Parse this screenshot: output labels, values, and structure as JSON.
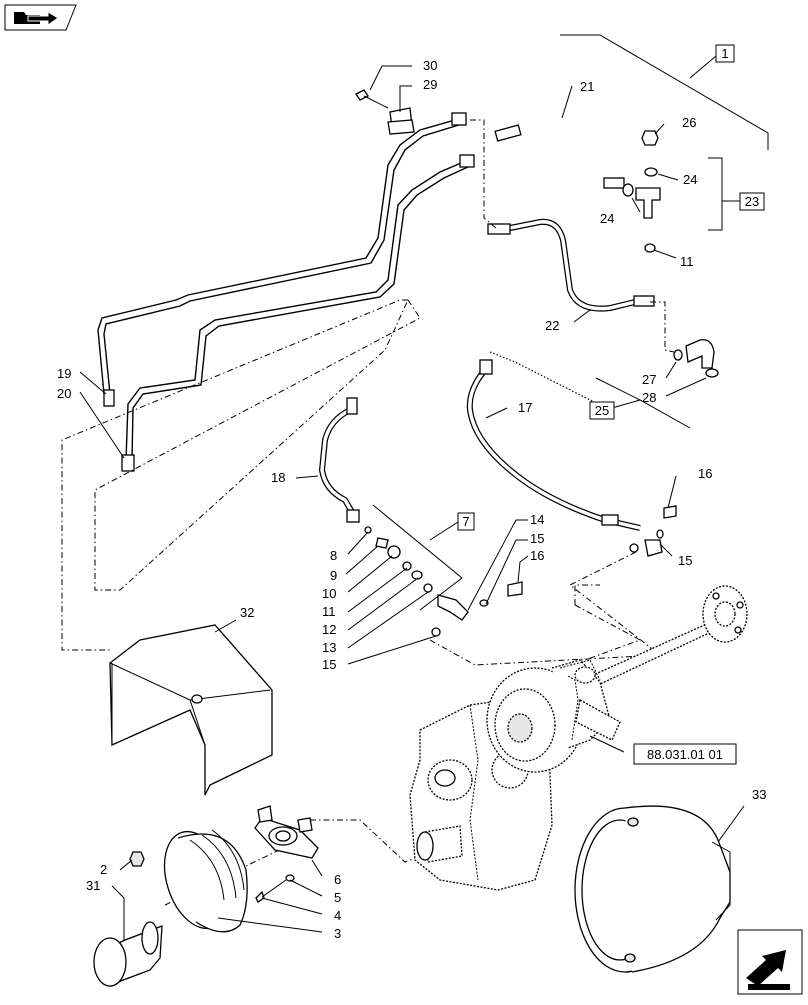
{
  "nav": {
    "prev_icon": "folder-back-arrow-icon",
    "next_icon": "next-page-arrow-icon"
  },
  "callouts": {
    "c1": "1",
    "c2": "2",
    "c3": "3",
    "c4": "4",
    "c5": "5",
    "c6": "6",
    "c8": "8",
    "c9": "9",
    "c10": "10",
    "c11a": "11",
    "c11b": "11",
    "c12": "12",
    "c13": "13",
    "c14": "14",
    "c15a": "15",
    "c15b": "15",
    "c15c": "15",
    "c16a": "16",
    "c16b": "16",
    "c17": "17",
    "c18": "18",
    "c19": "19",
    "c20": "20",
    "c21": "21",
    "c22": "22",
    "c24a": "24",
    "c24b": "24",
    "c26": "26",
    "c27": "27",
    "c28": "28",
    "c29": "29",
    "c30": "30",
    "c31": "31",
    "c32": "32",
    "c33": "33"
  },
  "boxed_refs": {
    "b1": "1",
    "b7": "7",
    "b23": "23",
    "b25": "25"
  },
  "cross_reference": "88.031.01 01",
  "colors": {
    "line": "#000000",
    "background": "#ffffff"
  }
}
